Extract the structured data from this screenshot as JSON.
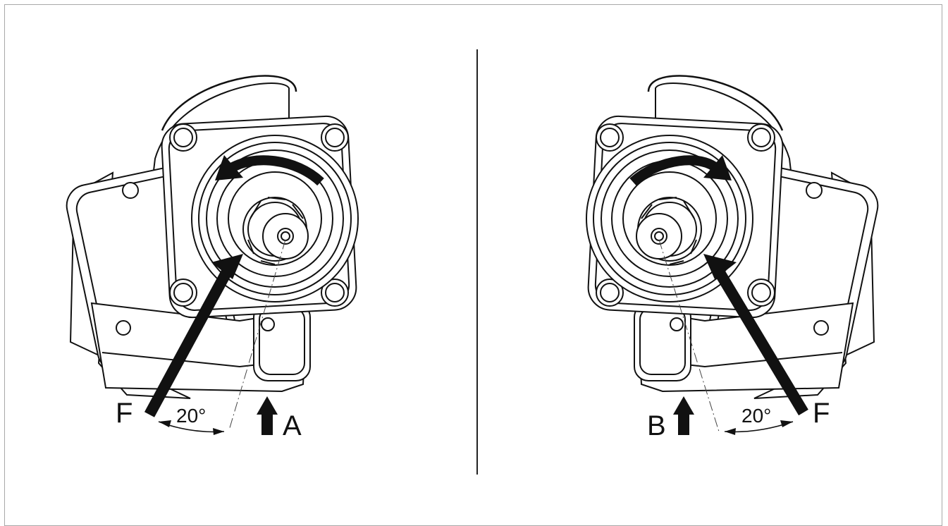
{
  "figure": {
    "left": {
      "force_label": "F",
      "angle_label": "20°",
      "direction_label": "A",
      "rotation": "counterclockwise"
    },
    "right": {
      "force_label": "F",
      "angle_label": "20°",
      "direction_label": "B",
      "rotation": "clockwise"
    }
  },
  "colors": {
    "line": "#111111",
    "frame": "#a8a8a8",
    "background": "#ffffff"
  }
}
